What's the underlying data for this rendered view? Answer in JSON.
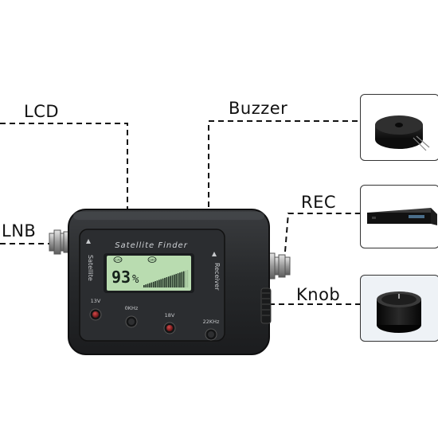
{
  "callouts": {
    "lcd": "LCD",
    "lnb": "LNB",
    "buzzer": "Buzzer",
    "rec": "REC",
    "knob": "Knob"
  },
  "device": {
    "header": "Satellite Finder",
    "left_side_label": "Satellite",
    "right_side_label": "Receiver",
    "signal_percent": "93",
    "percent_sign": "%",
    "indicator_left": "13V",
    "indicator_right": "18V",
    "signal_level": 0.93,
    "buttons": [
      "13V",
      "0KHz",
      "18V",
      "22KHz"
    ]
  },
  "colors": {
    "body": "#242628",
    "lcd_bg": "#b9dcb0",
    "lcd_ink": "#15221a",
    "led_red": "#8a1416"
  }
}
